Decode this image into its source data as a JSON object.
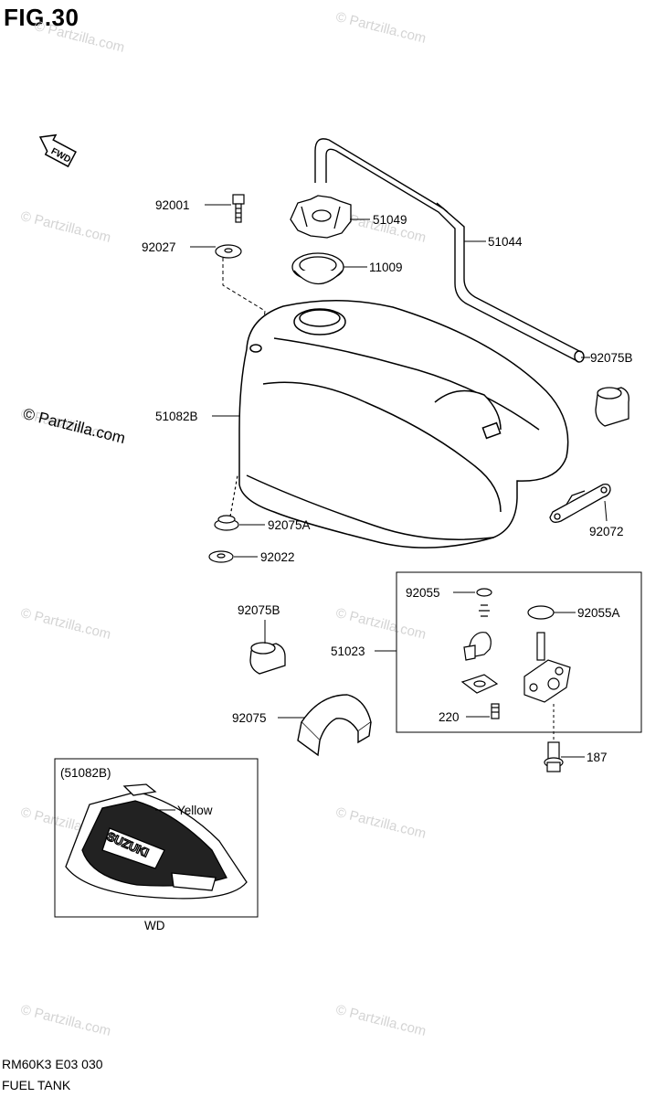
{
  "figure": {
    "title": "FIG.30",
    "code": "RM60K3 E03  030",
    "name": "FUEL TANK",
    "copyright": "© Partzilla.com",
    "watermark": "© Partzilla.com",
    "fwd_label": "FWD"
  },
  "parts": [
    {
      "id": "p92001",
      "number": "92001"
    },
    {
      "id": "p51049",
      "number": "51049"
    },
    {
      "id": "p51044",
      "number": "51044"
    },
    {
      "id": "p92027",
      "number": "92027"
    },
    {
      "id": "p11009",
      "number": "11009"
    },
    {
      "id": "p92075B_top",
      "number": "92075B"
    },
    {
      "id": "p51082B",
      "number": "51082B"
    },
    {
      "id": "p92072",
      "number": "92072"
    },
    {
      "id": "p92075A",
      "number": "92075A"
    },
    {
      "id": "p92022",
      "number": "92022"
    },
    {
      "id": "p92055",
      "number": "92055"
    },
    {
      "id": "p92055A",
      "number": "92055A"
    },
    {
      "id": "p92075B_mid",
      "number": "92075B"
    },
    {
      "id": "p51023",
      "number": "51023"
    },
    {
      "id": "p220",
      "number": "220"
    },
    {
      "id": "p92075",
      "number": "92075"
    },
    {
      "id": "p187",
      "number": "187"
    }
  ],
  "inset": {
    "ref": "(51082B)",
    "color_label": "Yellow",
    "caption": "WD",
    "decal_text": "SUZUKI"
  }
}
